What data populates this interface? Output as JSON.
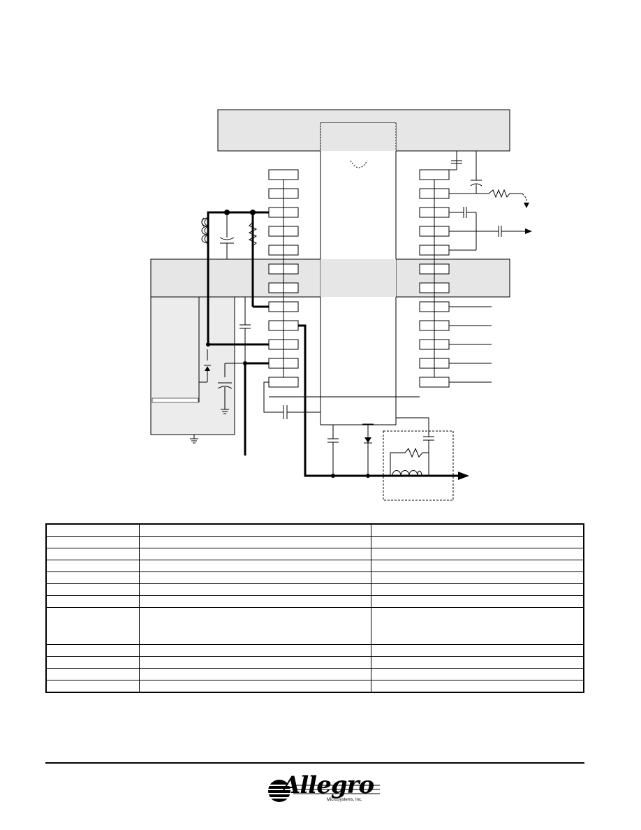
{
  "diagram": {
    "left_pins": 12,
    "right_pins": 12
  },
  "table": {
    "rows": [
      [
        "",
        "",
        ""
      ],
      [
        "",
        "",
        ""
      ],
      [
        "",
        "",
        ""
      ],
      [
        "",
        "",
        ""
      ],
      [
        "",
        "",
        ""
      ],
      [
        "",
        "",
        ""
      ],
      [
        "",
        "",
        ""
      ],
      [
        "",
        "",
        ""
      ],
      [
        "",
        "",
        ""
      ],
      [
        "",
        "",
        ""
      ],
      [
        "",
        "",
        ""
      ],
      [
        "",
        "",
        ""
      ],
      [
        "",
        "",
        ""
      ]
    ]
  },
  "footer": {
    "logo_text": "Allegro",
    "logo_subtext": "MicroSystems, Inc.",
    "logo_icon": "allegro-logo-icon"
  }
}
